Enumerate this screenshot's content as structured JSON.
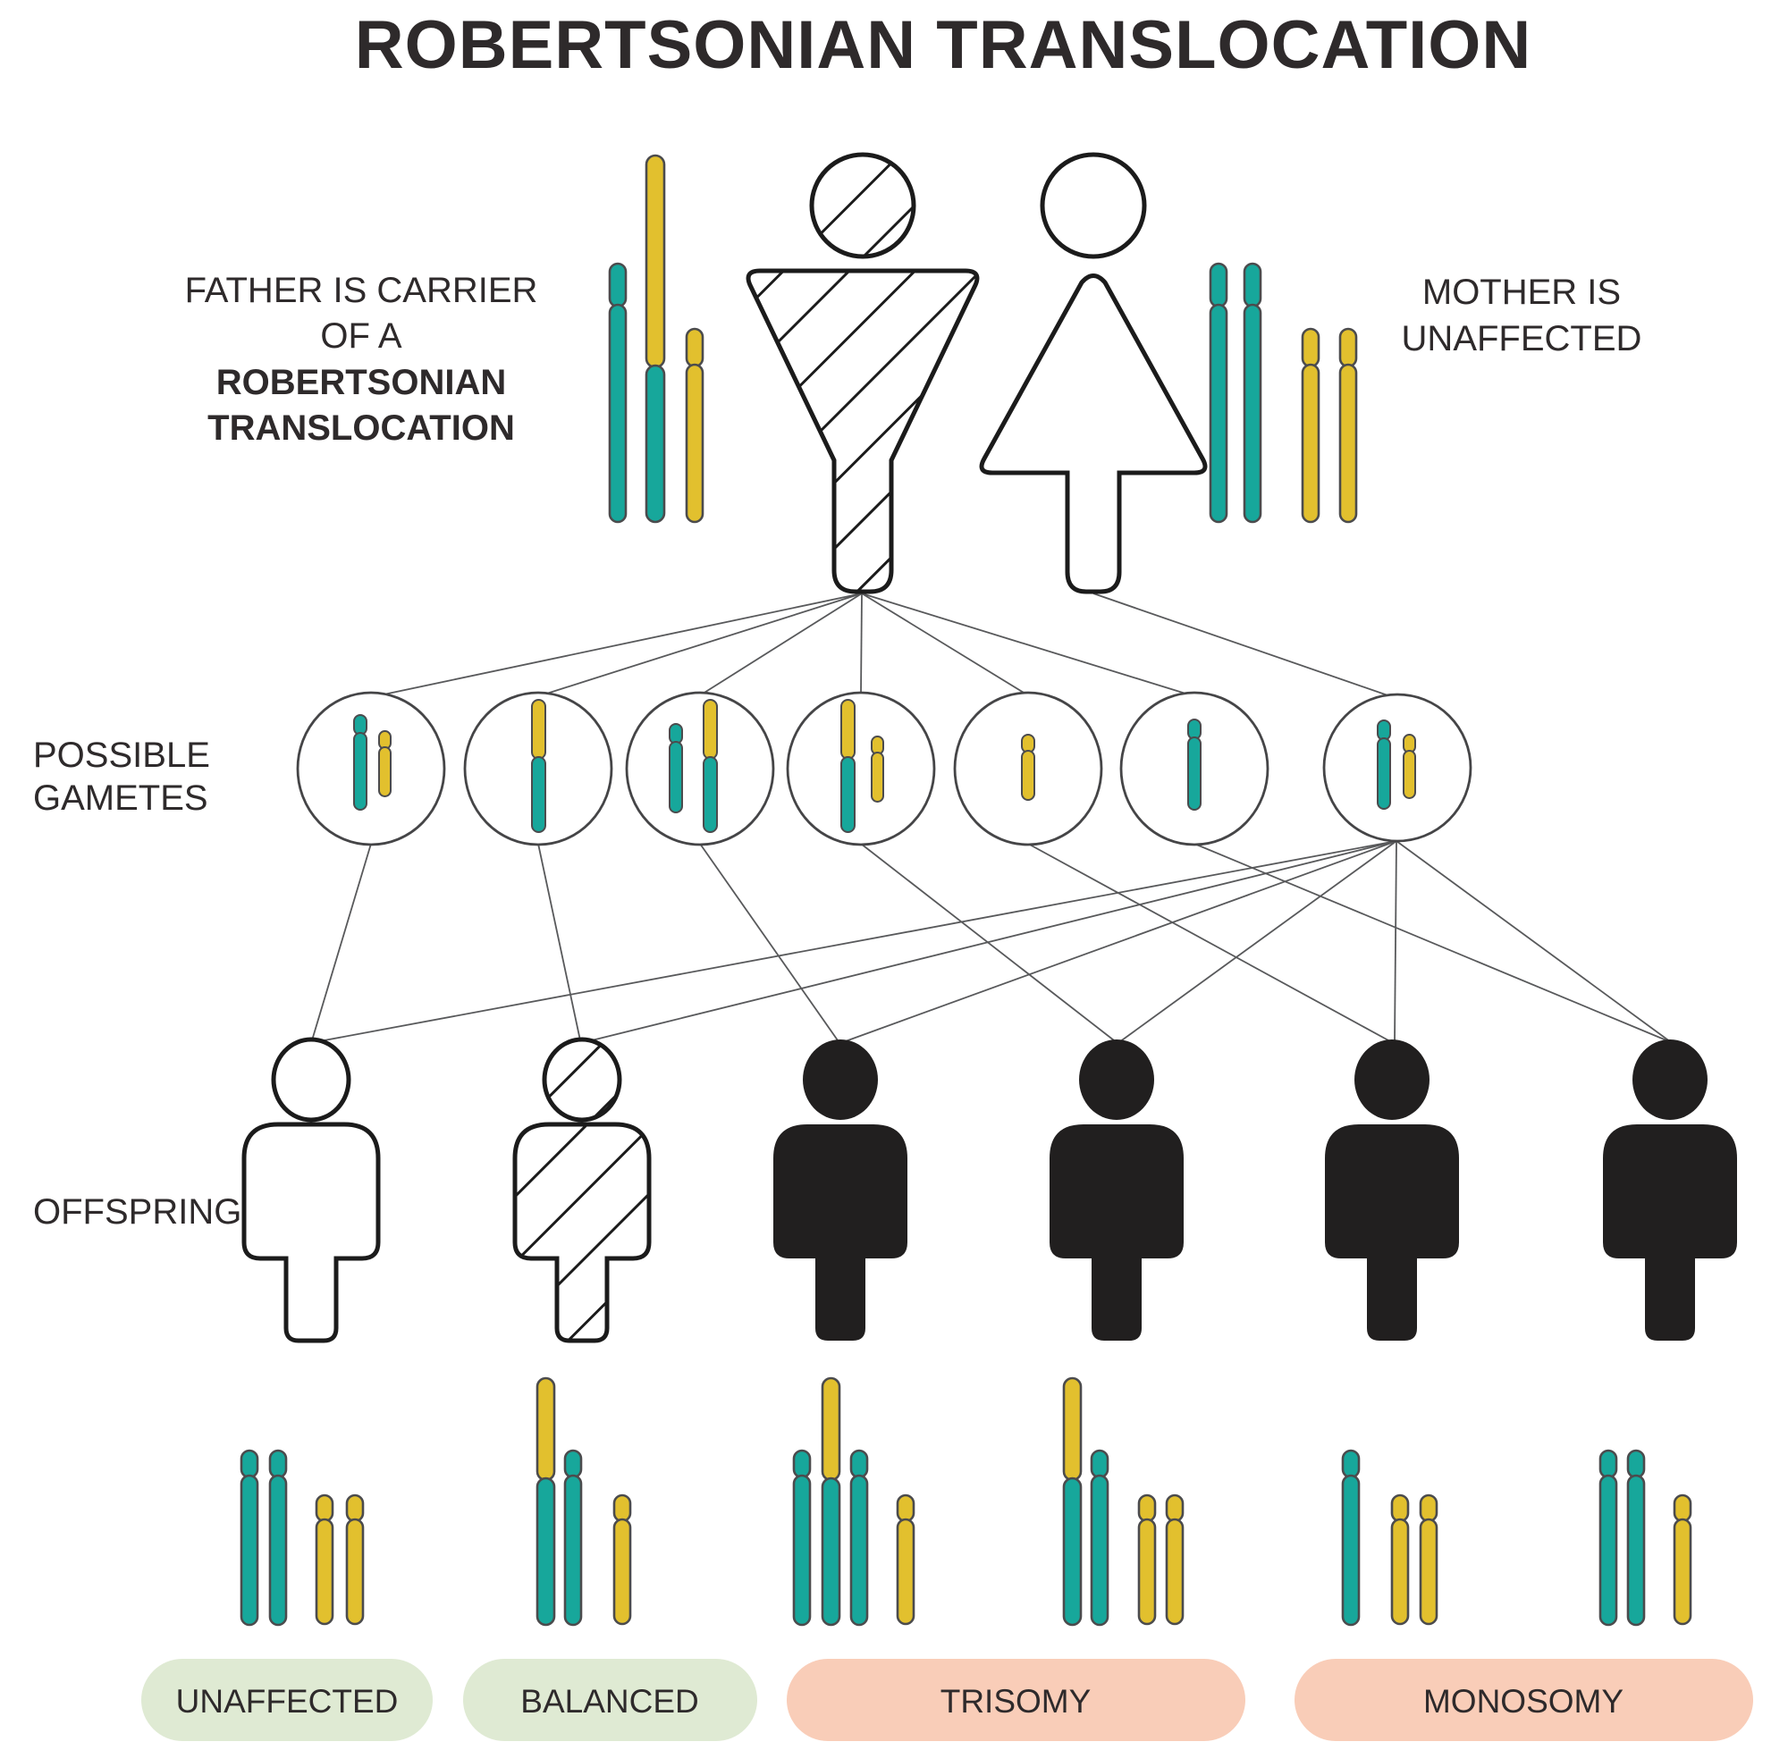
{
  "title": "ROBERTSONIAN TRANSLOCATION",
  "father": {
    "label_line1": "FATHER IS CARRIER",
    "label_line2": "OF A",
    "label_line3": "ROBERTSONIAN",
    "label_line4": "TRANSLOCATION",
    "chromosomes": [
      "teal-normal",
      "fused-yellow-teal-translocation",
      "yellow-short-normal"
    ]
  },
  "mother": {
    "label_line1": "MOTHER IS",
    "label_line2": "UNAFFECTED",
    "chromosomes": [
      "teal-normal",
      "teal-normal",
      "yellow-short-normal",
      "yellow-short-normal"
    ]
  },
  "gametes": {
    "label_line1": "POSSIBLE",
    "label_line2": "GAMETES",
    "cells": [
      {
        "contents": "normal teal + normal yellow"
      },
      {
        "contents": "fused yellow-teal translocation only"
      },
      {
        "contents": "normal teal + fused yellow-teal"
      },
      {
        "contents": "fused yellow-teal + normal yellow"
      },
      {
        "contents": "normal yellow only"
      },
      {
        "contents": "normal teal only"
      },
      {
        "contents": "maternal normal teal + normal yellow"
      }
    ]
  },
  "offspring_section": {
    "label": "OFFSPRING",
    "children": [
      {
        "phenotype": "UNAFFECTED",
        "icon": "outline-person",
        "karyotype": "2 teal + 2 yellow"
      },
      {
        "phenotype": "BALANCED",
        "icon": "hatched-person",
        "karyotype": "fused + 1 teal + 1 yellow"
      },
      {
        "phenotype": "TRISOMY",
        "icon": "solid-person",
        "karyotype": "fused + 2 teal + 1 yellow"
      },
      {
        "phenotype": "TRISOMY",
        "icon": "solid-person",
        "karyotype": "fused + 1 teal + 2 yellow"
      },
      {
        "phenotype": "MONOSOMY",
        "icon": "solid-person",
        "karyotype": "1 teal + 2 yellow"
      },
      {
        "phenotype": "MONOSOMY",
        "icon": "solid-person",
        "karyotype": "2 teal + 1 yellow"
      }
    ]
  },
  "outcomes": [
    {
      "label": "UNAFFECTED",
      "color": "#dfead3"
    },
    {
      "label": "BALANCED",
      "color": "#dfead3"
    },
    {
      "label": "TRISOMY",
      "color": "#f9cdb8"
    },
    {
      "label": "MONOSOMY",
      "color": "#f9cdb8"
    }
  ],
  "colors": {
    "teal": "#17a79b",
    "yellow": "#e2c02e",
    "figure_outline": "#1b1b1b",
    "silhouette": "#211f1f",
    "connector": "#58595b",
    "green_pill": "#dfead3",
    "salmon_pill": "#f9cdb8",
    "text": "#2e2a2b"
  }
}
